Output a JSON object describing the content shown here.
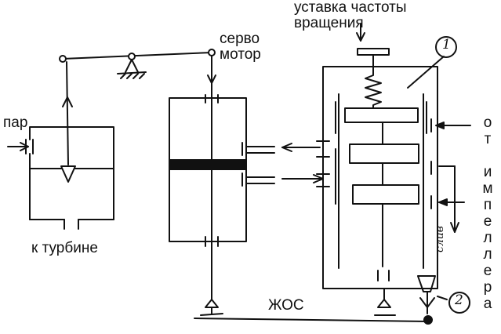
{
  "labels": {
    "speed_setpoint": [
      "уставка частоты",
      "вращения"
    ],
    "servo_motor": [
      "серво",
      "мотор"
    ],
    "steam": "пар",
    "to_turbine": "к турбине",
    "feedback": "ЖОС",
    "drain": "слив",
    "from_impeller_chars": [
      "о",
      "т",
      "",
      "и",
      "м",
      "п",
      "е",
      "л",
      "л",
      "е",
      "р",
      "а"
    ],
    "callout_1": "1",
    "callout_2": "2"
  },
  "colors": {
    "ink": "#111111",
    "background": "#ffffff"
  }
}
